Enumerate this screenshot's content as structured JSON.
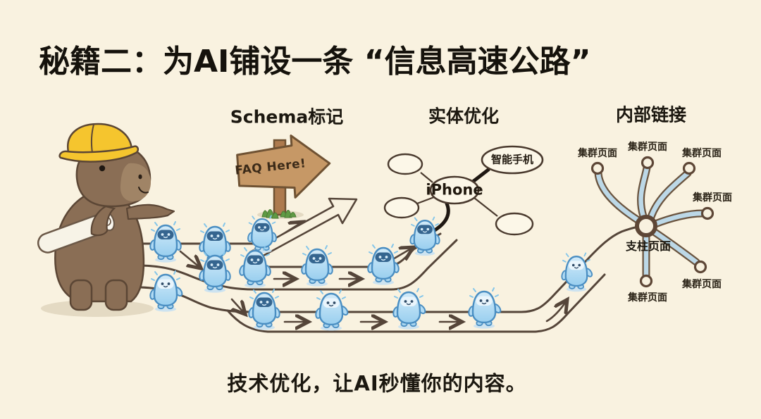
{
  "title": "秘籍二：为AI铺设一条 “信息高速公路”",
  "caption": "技术优化，让AI秒懂你的内容。",
  "sections": {
    "schema": {
      "label": "Schema标记",
      "sign_text": "FAQ Here!"
    },
    "entity": {
      "label": "实体优化",
      "center_node": "iPhone",
      "linked_node": "智能手机"
    },
    "links": {
      "label": "内部链接",
      "hub_label": "支柱页面",
      "cluster_label": "集群页面",
      "cluster_count": 6
    }
  },
  "illustration": {
    "character": "capybara-engineer-with-hard-hat-and-blueprint",
    "mascot": "blue-ai-bot",
    "mascot_count": 14
  },
  "colors": {
    "background": "#f9f2e0",
    "ink": "#554539",
    "bot_blue": "#a9d7f2",
    "bot_outline": "#4a8ec2",
    "hat_yellow": "#f5c52e",
    "wood": "#c69866",
    "spoke_blue": "#bcd8e7",
    "grass_green": "#5f9a44"
  }
}
